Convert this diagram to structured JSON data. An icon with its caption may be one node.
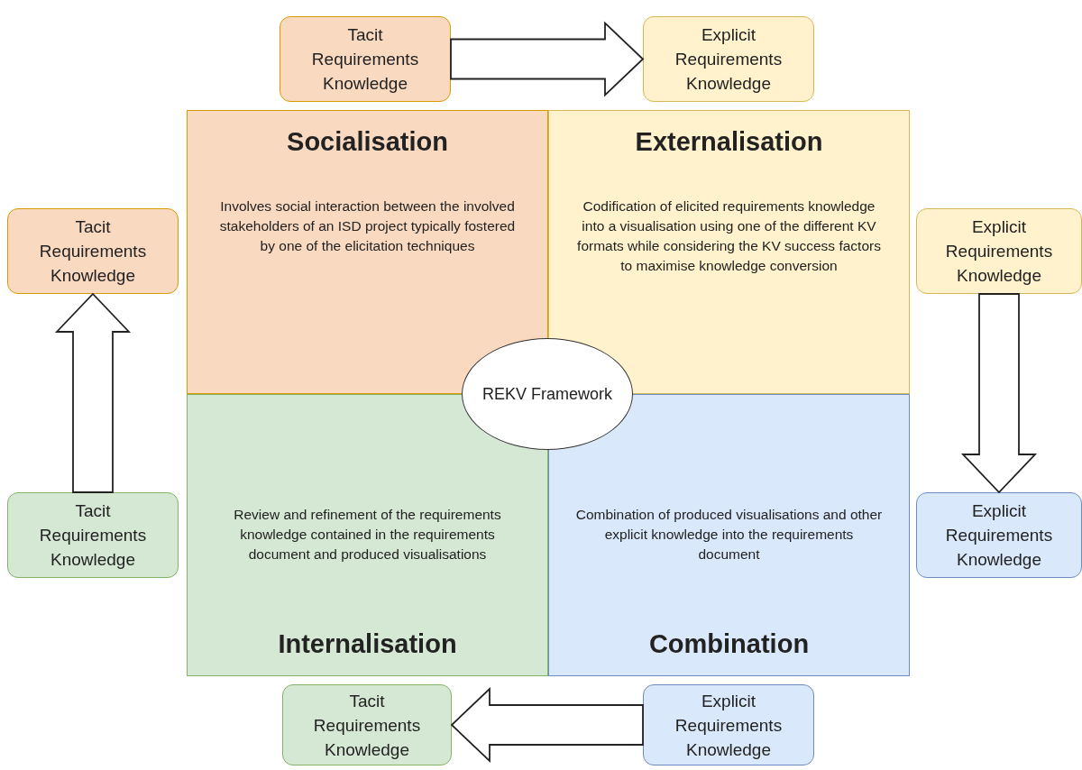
{
  "diagram": {
    "nodes": [
      {
        "text": [
          "Tacit Requirements Knowledge"
        ]
      },
      {
        "text": [
          "Explicit Requirements Knowledge"
        ]
      },
      {
        "text": [
          "Socialisation",
          "Involves social interaction between the involved stakeholders of an ISD project typically fostered by one of the elicitation techniques"
        ]
      },
      {
        "text": [
          "Externalisation",
          "Codification of elicited requirements knowledge into a visualisation using one of the different KV formats while considering the KV success factors to maximise knowledge conversion"
        ]
      },
      {
        "text": [
          "Tacit Requirements Knowledge"
        ]
      },
      {
        "text": [
          "Explicit Requirements Knowledge"
        ]
      },
      {
        "text": [
          "REKV Framework"
        ]
      },
      {
        "text": [
          "Tacit Requirements Knowledge"
        ]
      },
      {
        "text": [
          "Review and refinement of the requirements knowledge contained in the requirements document and produced visualisations",
          "Internalisation"
        ]
      },
      {
        "text": [
          "Combination of produced visualisations and other explicit knowledge into the requirements document",
          "Combination"
        ]
      },
      {
        "text": [
          "Explicit Requirements Knowledge"
        ]
      },
      {
        "text": [
          "Tacit Requirements Knowledge"
        ]
      },
      {
        "text": [
          "Explicit Requirements Knowledge"
        ]
      }
    ],
    "edges": [
      {
        "from": 0,
        "to": 1,
        "arrow": "to"
      },
      {
        "from": 5,
        "to": 10,
        "arrow": "to"
      },
      {
        "from": 12,
        "to": 11,
        "arrow": "to"
      },
      {
        "from": 7,
        "to": 4,
        "arrow": "to"
      }
    ]
  }
}
